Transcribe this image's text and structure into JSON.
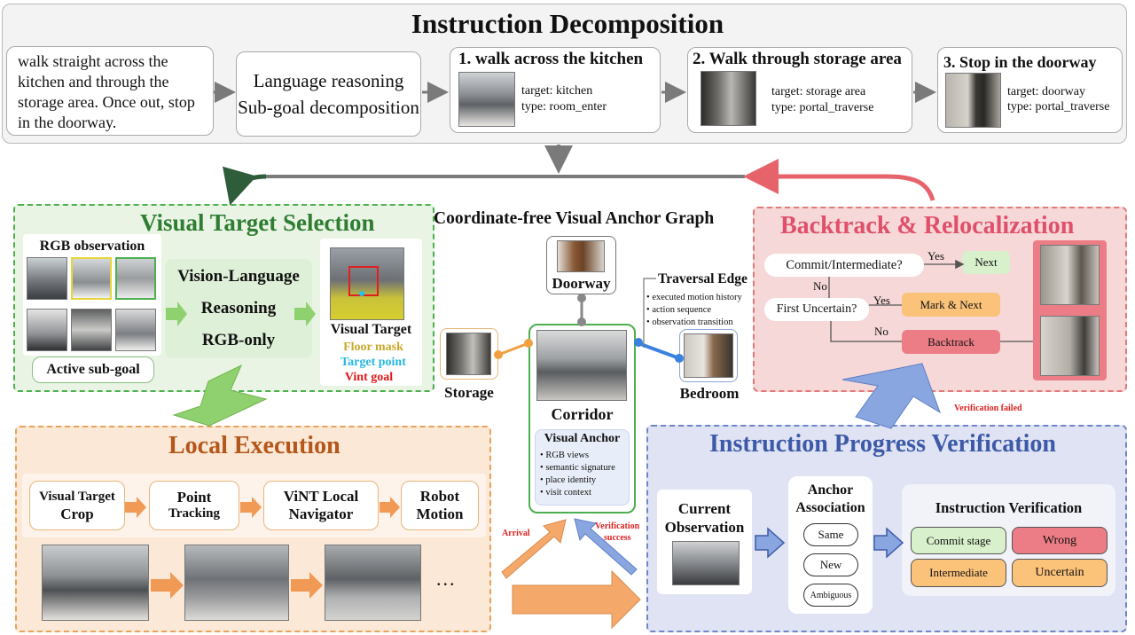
{
  "decomposition": {
    "title": "Instruction Decomposition",
    "instruction_text": "walk straight across the kitchen and through the storage area. Once out, stop in the doorway.",
    "reasoning_line1": "Language reasoning",
    "reasoning_line2": "Sub-goal decomposition",
    "subgoals": [
      {
        "title": "1. walk across the kitchen",
        "target": "target:  kitchen",
        "type": "type: room_enter"
      },
      {
        "title": "2. Walk through storage area",
        "target": "target:  storage area",
        "type": "type: portal_traverse"
      },
      {
        "title": "3. Stop in the doorway",
        "target": "target:  doorway",
        "type": "type: portal_traverse"
      }
    ]
  },
  "vts": {
    "title": "Visual Target Selection",
    "rgb_label": "RGB observation",
    "active_subgoal": "Active sub-goal",
    "reasoning": [
      "Vision-Language",
      "Reasoning",
      "RGB-only"
    ],
    "target_title": "Visual Target",
    "legend": [
      "Floor mask",
      "Target point",
      "Vint goal"
    ]
  },
  "graph": {
    "title": "Coordinate-free Visual Anchor Graph",
    "doorway": "Doorway",
    "storage": "Storage",
    "bedroom": "Bedroom",
    "corridor": "Corridor",
    "anchor_title": "Visual Anchor",
    "anchor_items": [
      "RGB views",
      "semantic signature",
      "place identity",
      "visit context"
    ],
    "edge_title": "Traversal Edge",
    "edge_items": [
      "executed motion history",
      "action sequence",
      "observation transition"
    ],
    "arrival": "Arrival",
    "verification_success": [
      "Verification",
      "success"
    ],
    "verification_failed": "Verification  failed"
  },
  "backtrack": {
    "title": "Backtrack & Relocalization",
    "q1": "Commit/Intermediate?",
    "q2": "First Uncertain?",
    "yes1": "Yes",
    "no1": "No",
    "yes2": "Yes",
    "no2": "No",
    "next": "Next",
    "mark_next": "Mark & Next",
    "backtrack": "Backtrack"
  },
  "local": {
    "title": "Local Execution",
    "steps": [
      [
        "Visual Target",
        "Crop"
      ],
      [
        "Point",
        "Tracking"
      ],
      [
        "ViNT Local",
        "Navigator"
      ],
      [
        "Robot",
        "Motion"
      ]
    ],
    "ellipsis": "..."
  },
  "verify": {
    "title": "Instruction Progress Verification",
    "current_obs": [
      "Current",
      "Observation"
    ],
    "anchor_assoc": [
      "Anchor",
      "Association"
    ],
    "assoc_options": [
      "Same",
      "New",
      "Ambiguous"
    ],
    "iv_title": "Instruction Verification",
    "results": [
      "Commit stage",
      "Wrong",
      "Intermediate",
      "Uncertain"
    ]
  },
  "colors": {
    "green_panel": "#e9f4e4",
    "green_border": "#4caf50",
    "green_title": "#2e7d32",
    "orange_panel": "#fbe8d6",
    "orange_border": "#e7a35b",
    "orange_title": "#b5561a",
    "blue_panel": "#dfe3f3",
    "blue_border": "#6f86c9",
    "blue_title": "#3d5aa8",
    "red_panel": "#f6d8d8",
    "red_border": "#e07a7a",
    "red_title": "#e0506a"
  }
}
